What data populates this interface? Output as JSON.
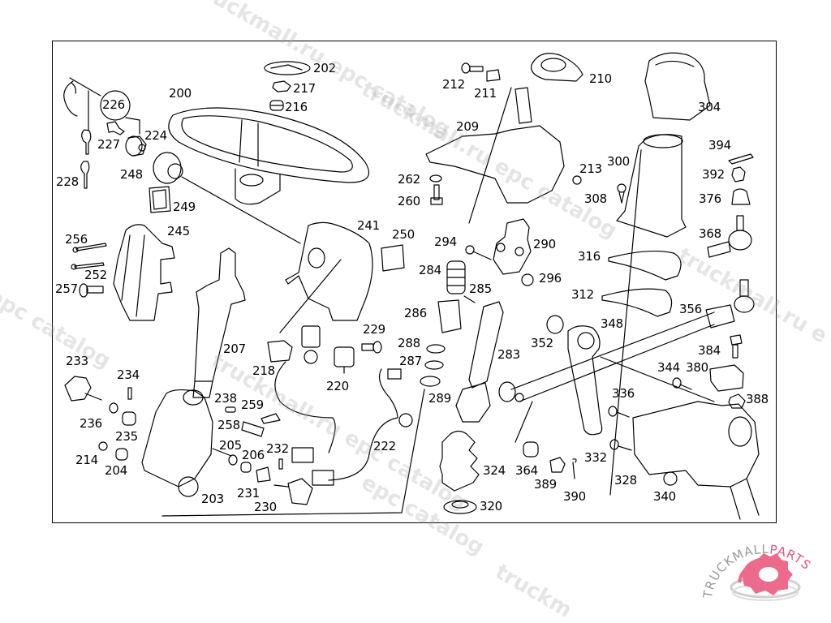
{
  "diagram": {
    "title": "Steering column and steering linkage exploded parts diagram",
    "callouts": [
      "200",
      "202",
      "203",
      "204",
      "205",
      "206",
      "207",
      "209",
      "210",
      "211",
      "212",
      "213",
      "214",
      "216",
      "217",
      "218",
      "220",
      "222",
      "224",
      "226",
      "227",
      "228",
      "229",
      "230",
      "231",
      "232",
      "233",
      "234",
      "235",
      "236",
      "238",
      "241",
      "245",
      "248",
      "249",
      "250",
      "252",
      "256",
      "257",
      "258",
      "259",
      "260",
      "262",
      "283",
      "284",
      "285",
      "286",
      "287",
      "288",
      "289",
      "290",
      "294",
      "296",
      "300",
      "304",
      "308",
      "312",
      "316",
      "320",
      "324",
      "328",
      "332",
      "336",
      "340",
      "344",
      "348",
      "352",
      "356",
      "364",
      "368",
      "376",
      "380",
      "384",
      "388",
      "389",
      "390",
      "392",
      "394"
    ],
    "circled_callout": "226"
  },
  "watermarks": [
    "truckmall.ru epc catalog",
    "truckmall.ru epc catalog",
    "epc catalog",
    "truckmall.ru epc catalog",
    "truckmall.ru e",
    "epc catalog",
    "truckm"
  ],
  "logo": {
    "text_dark": "TRUCKMALL",
    "text_accent": "PARTS",
    "accent_color": "#e8557a",
    "dark_color": "#9a9a9a",
    "icon": "gear-icon"
  }
}
